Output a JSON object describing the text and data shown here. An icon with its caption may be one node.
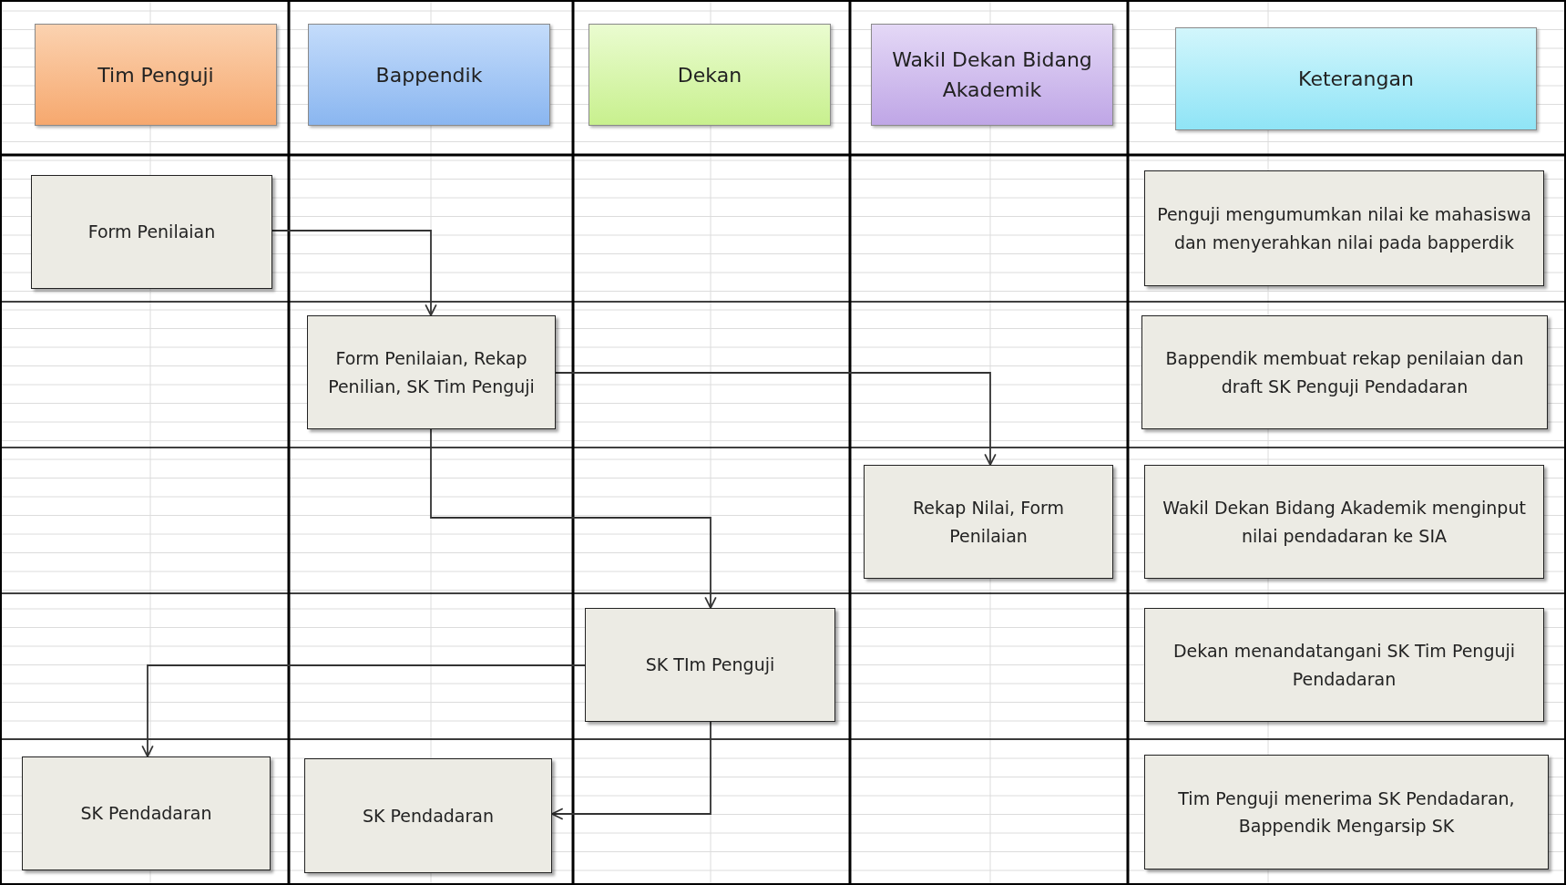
{
  "diagram": {
    "nodes": [
      {
        "text": [
          "Tim Penguji"
        ]
      },
      {
        "text": [
          "Bappendik"
        ]
      },
      {
        "text": [
          "Dekan"
        ]
      },
      {
        "text": [
          "Wakil Dekan Bidang Akademik"
        ]
      },
      {
        "text": [
          "Keterangan"
        ]
      },
      {
        "text": [
          "Form Penilaian"
        ]
      },
      {
        "text": [
          "Penguji mengumumkan nilai ke mahasiswa dan menyerahkan nilai pada bapperdik"
        ]
      },
      {
        "text": [
          "Form Penilaian, Rekap Penilian, SK Tim Penguji"
        ]
      },
      {
        "text": [
          "Bappendik membuat rekap penilaian dan draft SK Penguji Pendadaran"
        ]
      },
      {
        "text": [
          "Rekap Nilai, Form Penilaian"
        ]
      },
      {
        "text": [
          "Wakil Dekan Bidang Akademik menginput nilai pendadaran ke SIA"
        ]
      },
      {
        "text": [
          "SK TIm Penguji"
        ]
      },
      {
        "text": [
          "Dekan menandatangani SK Tim Penguji Pendadaran"
        ]
      },
      {
        "text": [
          "SK Pendadaran"
        ]
      },
      {
        "text": [
          "SK Pendadaran"
        ]
      },
      {
        "text": [
          "Tim Penguji menerima SK Pendadaran, Bappendik Mengarsip SK"
        ]
      }
    ],
    "edges": [
      {
        "from": 5,
        "to": 7,
        "arrow": "to"
      },
      {
        "from": 7,
        "to": 9,
        "arrow": "to"
      },
      {
        "from": 7,
        "to": 11,
        "arrow": "to"
      },
      {
        "from": 11,
        "to": 13,
        "arrow": "to"
      },
      {
        "from": 11,
        "to": 14,
        "arrow": "to"
      }
    ]
  }
}
